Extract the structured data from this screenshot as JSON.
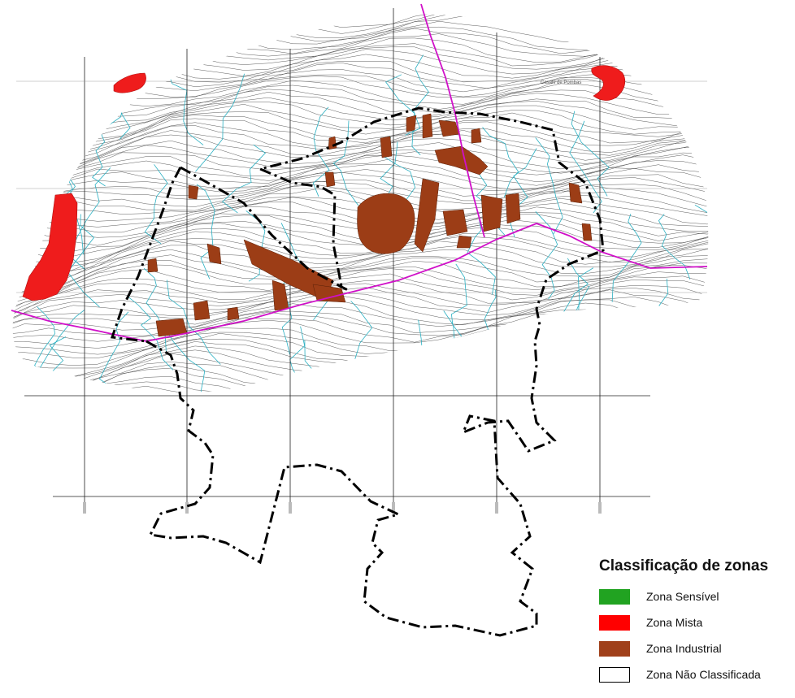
{
  "map": {
    "place_label": "Casais de Pombas",
    "colors": {
      "contour": "#3d3d3d",
      "stream": "#2ab0c2",
      "road": "#d010c8",
      "boundary": "#000000",
      "grid": "#222222",
      "mista": "#ef1c1c",
      "industrial": "#9c3d16"
    }
  },
  "legend": {
    "title": "Classificação de zonas",
    "items": [
      {
        "label": "Zona Sensível",
        "color": "#21a321",
        "border": "#21a321"
      },
      {
        "label": "Zona Mista",
        "color": "#ff0000",
        "border": "#ff0000"
      },
      {
        "label": "Zona Industrial",
        "color": "#a0401a",
        "border": "#a0401a"
      },
      {
        "label": "Zona Não Classificada",
        "color": "#ffffff",
        "border": "#000000"
      }
    ]
  }
}
